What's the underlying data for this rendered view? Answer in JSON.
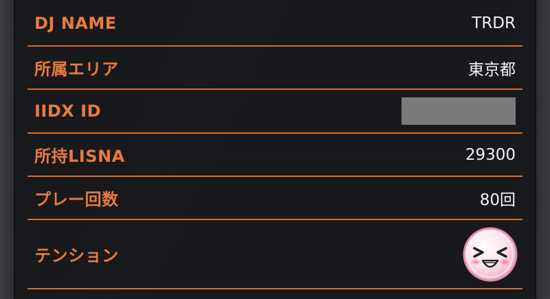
{
  "rows": [
    {
      "label": "DJ NAME",
      "value": "TRDR"
    },
    {
      "label": "所属エリア",
      "value": "東京都"
    },
    {
      "label": "IIDX ID",
      "value": ""
    },
    {
      "label": "所持LISNA",
      "value": "29300"
    },
    {
      "label": "プレー回数",
      "value": "80回"
    },
    {
      "label": "テンション",
      "value": ""
    }
  ],
  "tension_icon": "grinning-squint-face-icon",
  "colors": {
    "label": "#e87b3e",
    "divider": "#d96a2c",
    "value": "#f2f2f2",
    "redacted": "#7b7b7b"
  }
}
